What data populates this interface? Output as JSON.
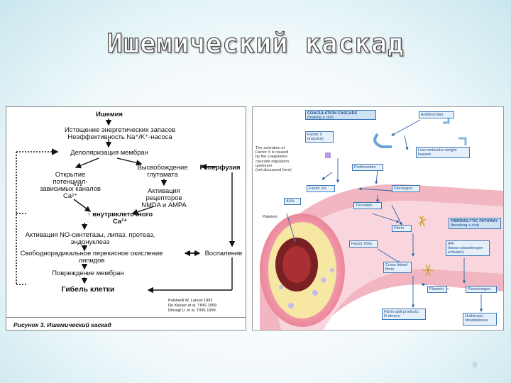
{
  "title": "Ишемический каскад",
  "page_number": "9",
  "left": {
    "ishemia": "Ишемия",
    "istoshchenie": "Истощение энергетических запасов",
    "neeffekt": "Неэффективность Na⁺/K⁺-насоса",
    "depol": "Деполяризация мембран",
    "otkrytie1": "Открытие",
    "otkrytie2": "потенциал-",
    "otkrytie3": "зависимых каналов",
    "otkrytie4": "Ca²⁺",
    "vysvob1": "Высвобождение",
    "vysvob2": "глутамата",
    "reperf": "Реперфузия",
    "aktiv1": "Активация",
    "aktiv2": "рецепторов",
    "aktiv3": "NMDA и AMPA",
    "vnutri1": "↑ внутриклеточного",
    "vnutri2": "Ca²⁺",
    "aktivno1": "Активация NO-синтетазы, липаз, протеаз,",
    "aktivno2": "эндонуклеаз",
    "svobod1": "Свободнорадикальное перекисное окисление",
    "svobod2": "липидов",
    "vospal": "Воспаление",
    "povrezh": "Повреждение мембран",
    "gibel": "Гибель клетки",
    "ref1": "Pulsinelli W, Lancet 1992",
    "ref2": "De Keyser et al. TINS 1999",
    "ref3": "Dirnagl U. et al. TINS 1999",
    "caption": "Рисунок 3. Ишемический каскад"
  },
  "right": {
    "coag_title": "COAGULATION CASCADE",
    "coag_sub": "(making a clot)",
    "antithrombin": "Antithrombin",
    "factor_x": "Factor X",
    "factor_x_sub": "(inactive)",
    "lmwh1": "Low-molecular-weight",
    "lmwh2": "heparin",
    "note1": "The activation of",
    "note2": "Factor X is caused",
    "note3": "by the coagulation",
    "note4": "cascade regulation",
    "note5": "upstream",
    "note6": "(not discussed here)",
    "prothrombin": "Prothrombin",
    "factor_xa": "Factor Xa",
    "fibrinogen": "Fibrinogen",
    "asa": "ASA",
    "thrombin": "Thrombin",
    "platelets": "Platelets",
    "fibrin": "Fibrin",
    "fib_title": "FIBRINOLYTIC PATHWAY",
    "fib_sub": "(breaking a clot)",
    "factor_xiiia": "Factor XIIIa",
    "tpa1": "tPA",
    "tpa2": "(tissue plasminogen",
    "tpa3": "activator)",
    "crosslinked1": "Cross-linked",
    "crosslinked2": "fibrin",
    "plasmin": "Plasmin",
    "plasminogen": "Plasminogen",
    "fsp1": "Fibrin split products,",
    "fsp2": "D-dimers",
    "urokinase1": "Urokinase,",
    "urokinase2": "streptokinase"
  }
}
